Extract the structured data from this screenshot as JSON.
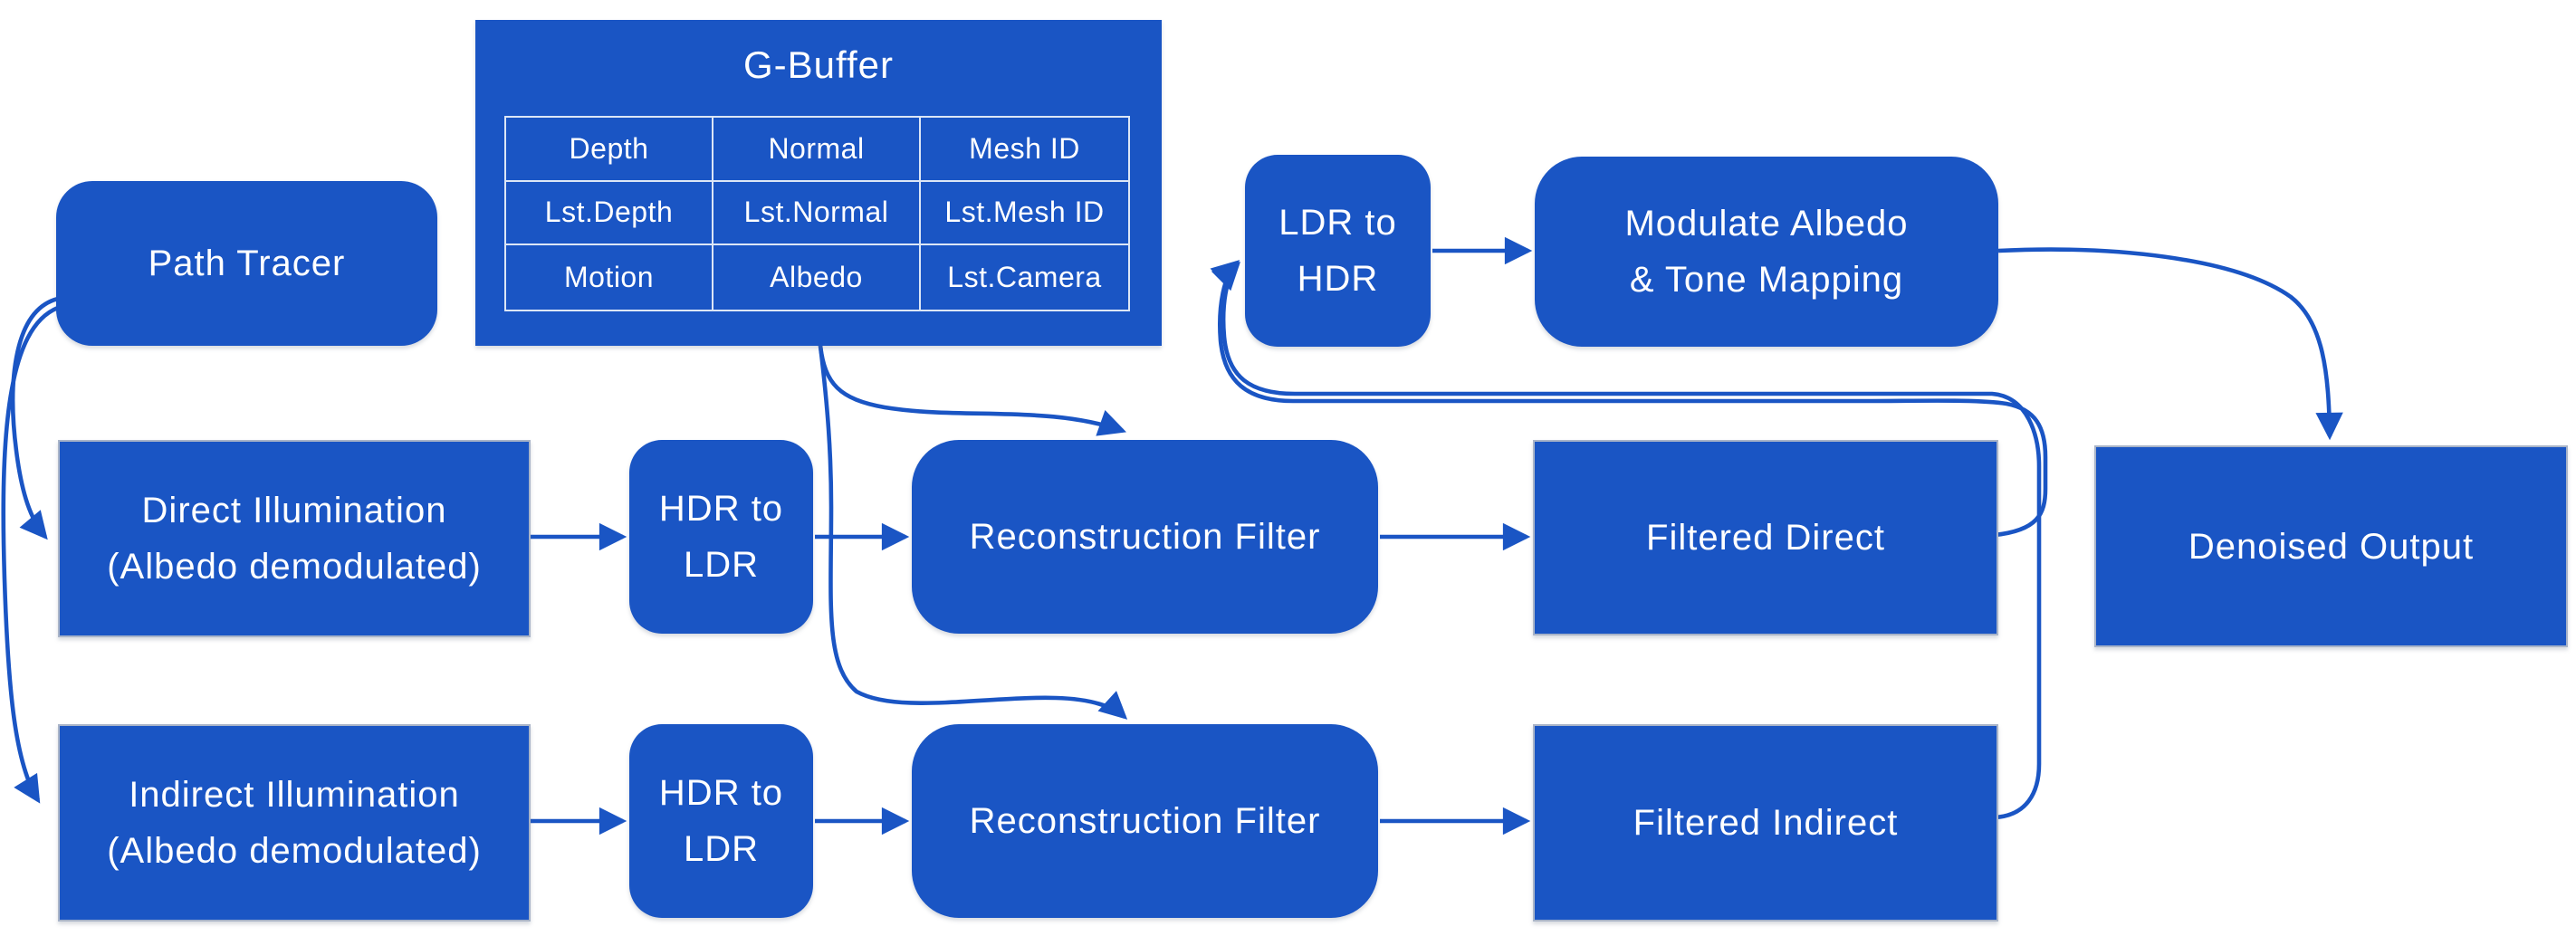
{
  "diagram": {
    "colors": {
      "box_fill": "#1A55C4",
      "arrow": "#1A55C4",
      "text": "#FFFFFF",
      "square_box_border": "#A9B4C8",
      "table_grid": "#DCE6F6",
      "background": "#FFFFFF"
    },
    "nodes": {
      "path_tracer": {
        "lines": [
          "Path Tracer"
        ]
      },
      "g_buffer": {
        "title": "G-Buffer",
        "table": {
          "rows": [
            [
              "Depth",
              "Normal",
              "Mesh ID"
            ],
            [
              "Lst.Depth",
              "Lst.Normal",
              "Lst.Mesh ID"
            ],
            [
              "Motion",
              "Albedo",
              "Lst.Camera"
            ]
          ]
        }
      },
      "ldr_to_hdr": {
        "lines": [
          "LDR to",
          "HDR"
        ]
      },
      "modulate_albedo": {
        "lines": [
          "Modulate Albedo",
          "& Tone Mapping"
        ]
      },
      "denoised_output": {
        "lines": [
          "Denoised Output"
        ]
      },
      "direct_illumination": {
        "lines": [
          "Direct Illumination",
          "(Albedo demodulated)"
        ]
      },
      "hdr_to_ldr_direct": {
        "lines": [
          "HDR to",
          "LDR"
        ]
      },
      "reconstruction_filter_direct": {
        "lines": [
          "Reconstruction Filter"
        ]
      },
      "filtered_direct": {
        "lines": [
          "Filtered Direct"
        ]
      },
      "indirect_illumination": {
        "lines": [
          "Indirect Illumination",
          "(Albedo demodulated)"
        ]
      },
      "hdr_to_ldr_indirect": {
        "lines": [
          "HDR to",
          "LDR"
        ]
      },
      "reconstruction_filter_indirect": {
        "lines": [
          "Reconstruction Filter"
        ]
      },
      "filtered_indirect": {
        "lines": [
          "Filtered Indirect"
        ]
      }
    },
    "edges": [
      {
        "from": "path_tracer",
        "to": "direct_illumination"
      },
      {
        "from": "path_tracer",
        "to": "indirect_illumination"
      },
      {
        "from": "g_buffer",
        "to": "reconstruction_filter_direct"
      },
      {
        "from": "g_buffer",
        "to": "reconstruction_filter_indirect"
      },
      {
        "from": "direct_illumination",
        "to": "hdr_to_ldr_direct"
      },
      {
        "from": "hdr_to_ldr_direct",
        "to": "reconstruction_filter_direct"
      },
      {
        "from": "reconstruction_filter_direct",
        "to": "filtered_direct"
      },
      {
        "from": "indirect_illumination",
        "to": "hdr_to_ldr_indirect"
      },
      {
        "from": "hdr_to_ldr_indirect",
        "to": "reconstruction_filter_indirect"
      },
      {
        "from": "reconstruction_filter_indirect",
        "to": "filtered_indirect"
      },
      {
        "from": "filtered_direct",
        "to": "ldr_to_hdr"
      },
      {
        "from": "filtered_indirect",
        "to": "ldr_to_hdr"
      },
      {
        "from": "ldr_to_hdr",
        "to": "modulate_albedo"
      },
      {
        "from": "modulate_albedo",
        "to": "denoised_output"
      }
    ]
  }
}
